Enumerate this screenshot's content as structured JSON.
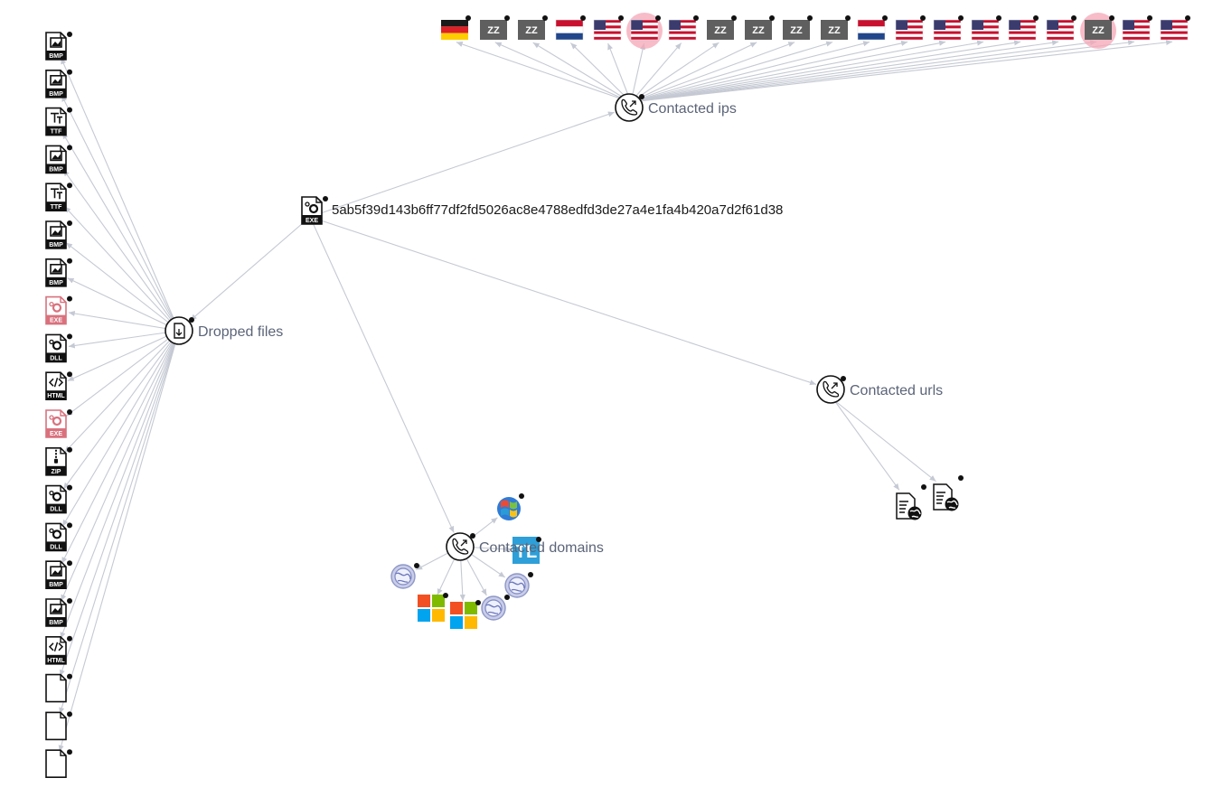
{
  "root": {
    "hash": "5ab5f39d143b6ff77df2fd5026ac8e4788edfd3de27a4e1fa4b420a7d2f61d38",
    "type": "EXE"
  },
  "groups": {
    "contacted_ips": "Contacted ips",
    "dropped_files": "Dropped files",
    "contacted_urls": "Contacted urls",
    "contacted_domains": "Contacted domains"
  },
  "dropped_files": [
    {
      "type": "BMP",
      "icon": "image-file-icon"
    },
    {
      "type": "BMP",
      "icon": "image-file-icon"
    },
    {
      "type": "TTF",
      "icon": "font-file-icon"
    },
    {
      "type": "BMP",
      "icon": "image-file-icon"
    },
    {
      "type": "TTF",
      "icon": "font-file-icon"
    },
    {
      "type": "BMP",
      "icon": "image-file-icon"
    },
    {
      "type": "BMP",
      "icon": "image-file-icon"
    },
    {
      "type": "EXE",
      "icon": "executable-file-icon",
      "flagged": true
    },
    {
      "type": "DLL",
      "icon": "dll-file-icon"
    },
    {
      "type": "HTML",
      "icon": "html-file-icon"
    },
    {
      "type": "EXE",
      "icon": "executable-file-icon",
      "flagged": true
    },
    {
      "type": "ZIP",
      "icon": "zip-file-icon"
    },
    {
      "type": "DLL",
      "icon": "dll-file-icon"
    },
    {
      "type": "DLL",
      "icon": "dll-file-icon"
    },
    {
      "type": "BMP",
      "icon": "image-file-icon"
    },
    {
      "type": "BMP",
      "icon": "image-file-icon"
    },
    {
      "type": "HTML",
      "icon": "html-file-icon"
    },
    {
      "type": "",
      "icon": "blank-file-icon"
    },
    {
      "type": "",
      "icon": "blank-file-icon"
    },
    {
      "type": "",
      "icon": "blank-file-icon"
    }
  ],
  "contacted_ips": [
    {
      "country": "DE",
      "flagged": false
    },
    {
      "country": "ZZ",
      "label": "ZZ",
      "flagged": false
    },
    {
      "country": "ZZ",
      "label": "ZZ",
      "flagged": false
    },
    {
      "country": "NL",
      "flagged": false
    },
    {
      "country": "US",
      "flagged": false
    },
    {
      "country": "US",
      "flagged": true
    },
    {
      "country": "US",
      "flagged": false
    },
    {
      "country": "ZZ",
      "label": "ZZ",
      "flagged": false
    },
    {
      "country": "ZZ",
      "label": "ZZ",
      "flagged": false
    },
    {
      "country": "ZZ",
      "label": "ZZ",
      "flagged": false
    },
    {
      "country": "ZZ",
      "label": "ZZ",
      "flagged": false
    },
    {
      "country": "NL",
      "flagged": false
    },
    {
      "country": "US",
      "flagged": false
    },
    {
      "country": "US",
      "flagged": false
    },
    {
      "country": "US",
      "flagged": false
    },
    {
      "country": "US",
      "flagged": false
    },
    {
      "country": "US",
      "flagged": false
    },
    {
      "country": "ZZ",
      "label": "ZZ",
      "flagged": true
    },
    {
      "country": "US",
      "flagged": false
    },
    {
      "country": "US",
      "flagged": false
    }
  ],
  "contacted_urls": [
    {
      "icon": "web-document-icon"
    },
    {
      "icon": "web-document-icon"
    }
  ],
  "contacted_domains": [
    {
      "icon": "windows-logo-icon"
    },
    {
      "icon": "tl-logo-icon",
      "label": "TL"
    },
    {
      "icon": "globe-icon"
    },
    {
      "icon": "microsoft-logo-icon"
    },
    {
      "icon": "microsoft-logo-icon"
    },
    {
      "icon": "globe-icon"
    },
    {
      "icon": "globe-icon"
    }
  ],
  "colors": {
    "edge": "#c5c9d3",
    "group_label": "#5b6478",
    "flag_highlight": "#f4a6b6",
    "flagged_file": "#d9717d",
    "zz_flag": "#5f5f5f"
  }
}
